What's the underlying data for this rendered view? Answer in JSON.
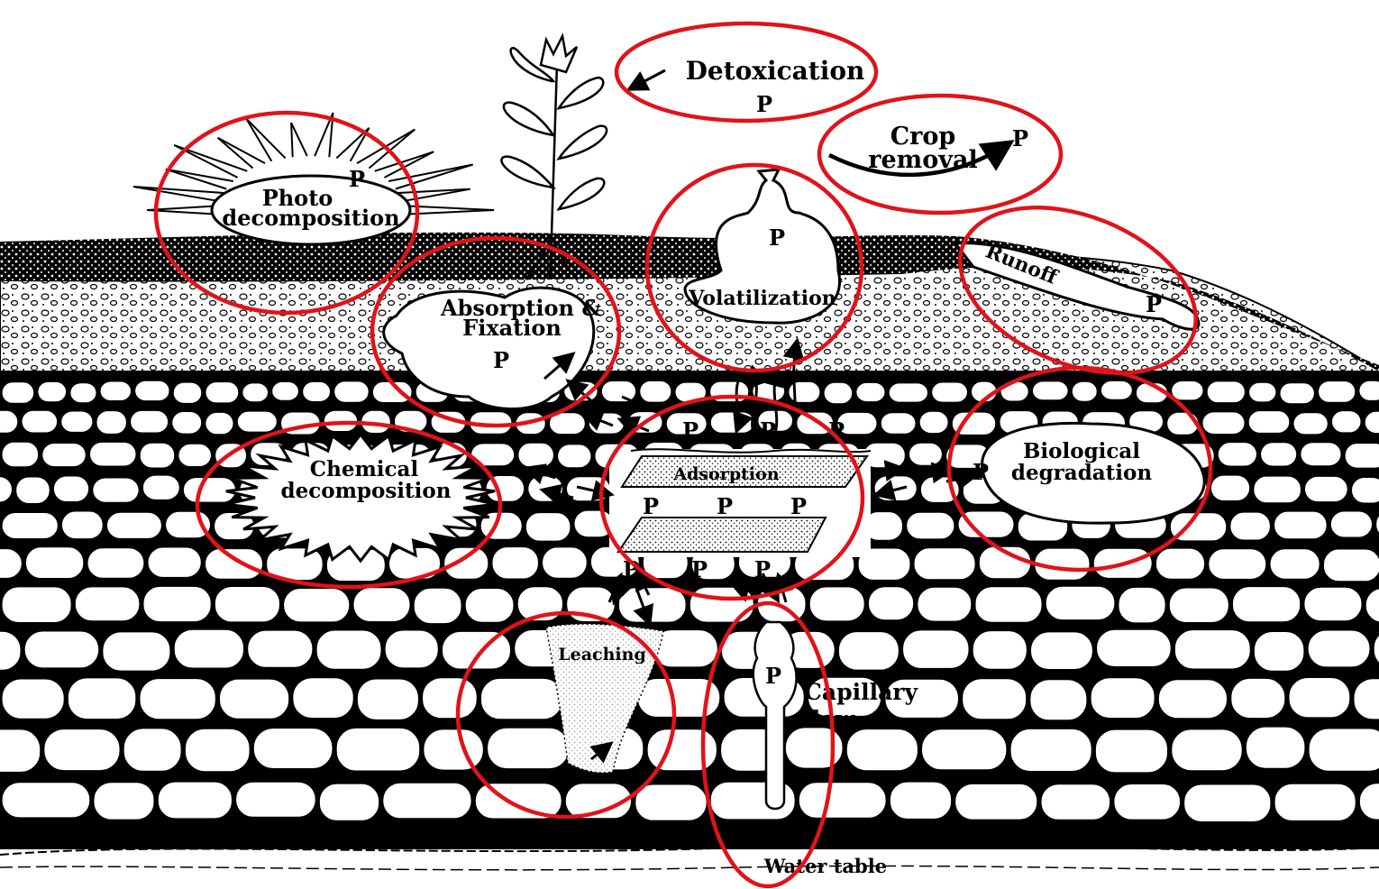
{
  "colors": {
    "highlight_ring": "#e0131a",
    "ink": "#000000",
    "background": "#ffffff"
  },
  "marker": "P",
  "labels": {
    "detoxication": "Detoxication",
    "crop_line1": "Crop",
    "crop_line2": "removal",
    "photo_line1": "Photo",
    "photo_line2": "decomposition",
    "volatilization": "Volatilization",
    "runoff": "Runoff",
    "absorption_line1": "Absorption &",
    "absorption_line2": "Fixation",
    "chemical_line1": "Chemical",
    "chemical_line2": "decomposition",
    "adsorption": "Adsorption",
    "biological_line1": "Biological",
    "biological_line2": "degradation",
    "leaching": "Leaching",
    "capillary_line1": "Capillary",
    "capillary_line2": "flow",
    "water_table": "Water table"
  }
}
